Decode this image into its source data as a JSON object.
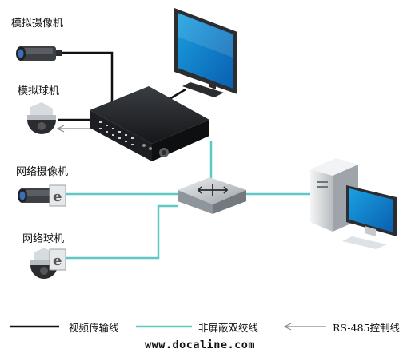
{
  "labels": {
    "analog_camera": "模拟摄像机",
    "analog_dome": "模拟球机",
    "network_camera": "网络摄像机",
    "network_dome": "网络球机"
  },
  "legend": {
    "video_line": "视频传输线",
    "utp_line": "非屏蔽双绞线",
    "rs485_line": "RS-485控制线"
  },
  "watermark": "www.docaline.com",
  "colors": {
    "video_line": "#111111",
    "utp_line": "#5ec8c5",
    "rs485_line": "#888888"
  },
  "icons": [
    "analog-camera-icon",
    "analog-dome-icon",
    "network-camera-icon",
    "network-dome-icon",
    "nvr-icon",
    "monitor-icon",
    "switch-icon",
    "pc-icon"
  ]
}
